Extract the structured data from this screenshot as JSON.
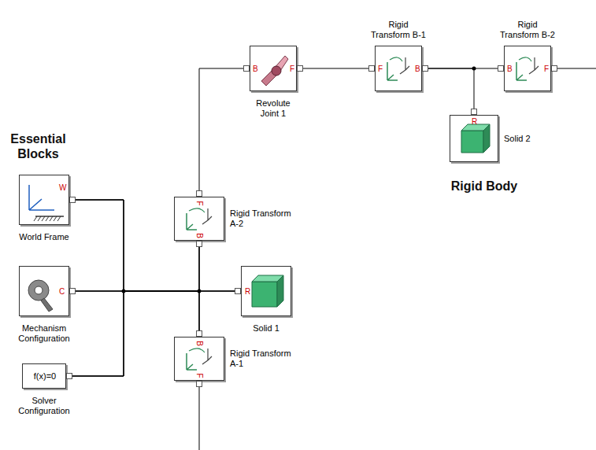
{
  "diagram": {
    "nodes": [
      {
        "text": [
          "Essential Blocks"
        ]
      },
      {
        "text": [
          "W",
          "World Frame"
        ],
        "in": 0
      },
      {
        "text": [
          "C",
          "Mechanism Configuration"
        ],
        "in": 0
      },
      {
        "text": [
          "f(x)=0",
          "Solver Configuration"
        ],
        "in": 0
      },
      {
        "text": []
      },
      {
        "text": [
          "F",
          "B",
          "Rigid Transform A-2"
        ],
        "in": 4
      },
      {
        "text": [
          "R",
          "Solid 1"
        ],
        "in": 4
      },
      {
        "text": [
          "B",
          "F",
          "Rigid Transform A-1"
        ],
        "in": 4
      },
      {
        "text": []
      },
      {
        "text": [
          "B",
          "F",
          "Revolute Joint 1"
        ],
        "in": 8
      },
      {
        "text": [
          "Rigid Body"
        ]
      },
      {
        "text": [
          "Rigid Transform B-1",
          "F",
          "B"
        ],
        "in": 10
      },
      {
        "text": [
          "Rigid Transform B-2",
          "B",
          "F"
        ],
        "in": 10
      },
      {
        "text": [
          "R",
          "Solid 2"
        ],
        "in": 10
      }
    ],
    "edges": [
      {
        "from": 1,
        "to": 5,
        "arrow": "none"
      },
      {
        "from": 1,
        "to": 6,
        "arrow": "none"
      },
      {
        "from": 1,
        "to": 7,
        "arrow": "none"
      },
      {
        "from": 2,
        "to": 5,
        "arrow": "none"
      },
      {
        "from": 2,
        "to": 6,
        "arrow": "none"
      },
      {
        "from": 2,
        "to": 7,
        "arrow": "none"
      },
      {
        "from": 3,
        "to": 5,
        "arrow": "none"
      },
      {
        "from": 3,
        "to": 6,
        "arrow": "none"
      },
      {
        "from": 3,
        "to": 7,
        "arrow": "none"
      },
      {
        "from": 5,
        "to": 9,
        "arrow": "none"
      },
      {
        "from": 9,
        "to": 11,
        "arrow": "none"
      },
      {
        "from": 11,
        "to": 12,
        "arrow": "none"
      },
      {
        "from": 11,
        "to": 13,
        "arrow": "none"
      }
    ]
  }
}
